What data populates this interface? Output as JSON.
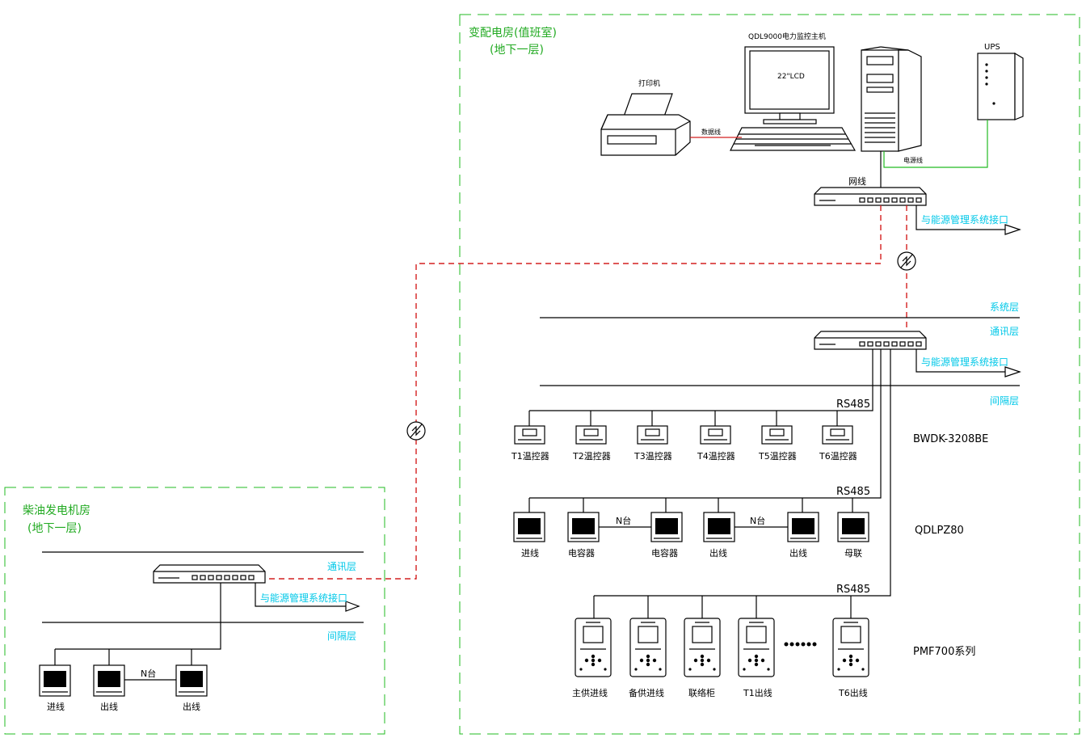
{
  "zones": {
    "substation_title": "变配电房(值班室)",
    "substation_floor": "(地下一层)",
    "generator_title": "柴油发电机房",
    "generator_floor": "(地下一层)"
  },
  "computer": {
    "title": "QDL9000电力监控主机",
    "monitor_label": "22\"LCD",
    "printer_label": "打印机",
    "printer_cable_label": "数据线",
    "power_cable_label": "电源线",
    "ups_label": "UPS",
    "network_label": "网线"
  },
  "interfaces": {
    "energy_mgmt": "与能源管理系统接口"
  },
  "layers": {
    "system": "系统层",
    "comm": "通讯层",
    "bay": "间隔层"
  },
  "buses": {
    "rs485": "RS485"
  },
  "groups": [
    {
      "model": "BWDK-3208BE",
      "devices": [
        "T1温控器",
        "T2温控器",
        "T3温控器",
        "T4温控器",
        "T5温控器",
        "T6温控器"
      ]
    },
    {
      "model": "QDLPZ80",
      "devices": [
        "进线",
        "电容器",
        "电容器",
        "出线",
        "出线",
        "母联"
      ],
      "links": [
        "N台",
        "N台"
      ]
    },
    {
      "model": "PMF700系列",
      "devices": [
        "主供进线",
        "备供进线",
        "联络柜",
        "T1出线",
        "T6出线"
      ]
    }
  ],
  "generator_room": {
    "devices": [
      "进线",
      "出线",
      "出线"
    ],
    "link": "N台"
  }
}
